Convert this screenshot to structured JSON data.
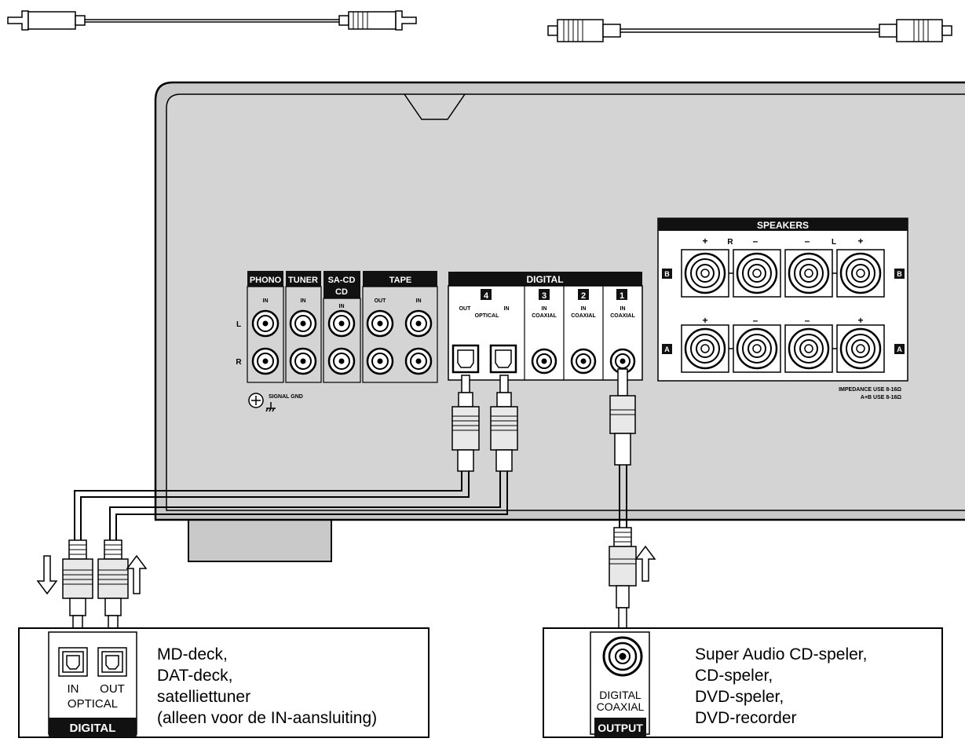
{
  "receiver": {
    "analog_jacks": {
      "phono": "PHONO",
      "tuner": "TUNER",
      "sacd_line1": "SA-CD",
      "sacd_line2": "CD",
      "tape": "TAPE",
      "in": "IN",
      "out": "OUT",
      "left": "L",
      "right": "R"
    },
    "signal_gnd": "SIGNAL GND",
    "digital": {
      "title": "DIGITAL",
      "port4": "4",
      "port3": "3",
      "port2": "2",
      "port1": "1",
      "out": "OUT",
      "in": "IN",
      "optical": "OPTICAL",
      "coaxial": "COAXIAL"
    },
    "speakers": {
      "title": "SPEAKERS",
      "plus": "+",
      "minus": "–",
      "r": "R",
      "l": "L",
      "b": "B",
      "a": "A",
      "impedance_line1": "IMPEDANCE USE 8-16Ω",
      "impedance_line2": "A+B USE 8-16Ω"
    }
  },
  "left_device": {
    "in": "IN",
    "out": "OUT",
    "optical": "OPTICAL",
    "digital": "DIGITAL",
    "lines": [
      "MD-deck,",
      "DAT-deck,",
      "satelliettuner",
      "(alleen voor de IN-aansluiting)"
    ]
  },
  "right_device": {
    "digital": "DIGITAL",
    "coaxial": "COAXIAL",
    "output": "OUTPUT",
    "lines": [
      "Super Audio CD-speler,",
      "CD-speler,",
      "DVD-speler,",
      "DVD-recorder"
    ]
  }
}
